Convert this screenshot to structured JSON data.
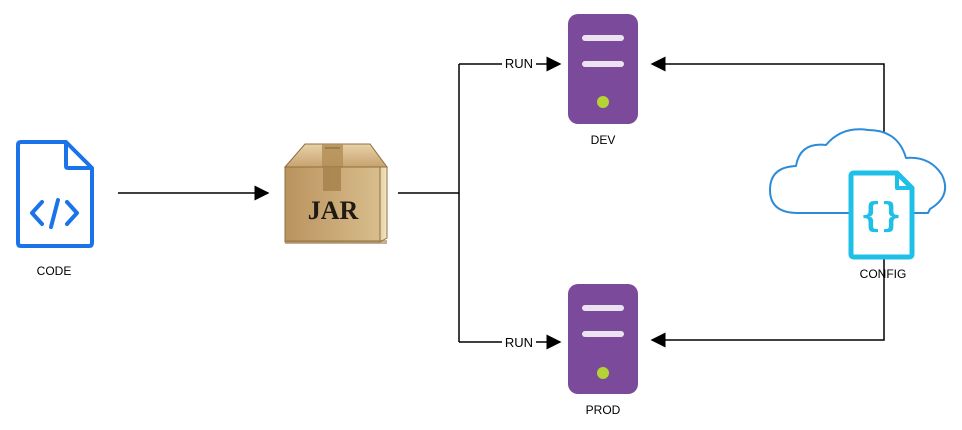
{
  "nodes": {
    "code": {
      "label": "CODE",
      "icon": "code-file-icon"
    },
    "jar": {
      "label": "JAR",
      "icon": "jar-box-icon"
    },
    "dev": {
      "label": "DEV",
      "icon": "server-icon"
    },
    "prod": {
      "label": "PROD",
      "icon": "server-icon"
    },
    "config": {
      "label": "CONFIG",
      "icon": "cloud-config-file-icon"
    }
  },
  "edges": {
    "to_dev": {
      "label": "RUN"
    },
    "to_prod": {
      "label": "RUN"
    }
  },
  "colors": {
    "code_blue": "#1a73e8",
    "server_purple": "#7b4a9b",
    "server_green": "#b5d334",
    "cloud_blue": "#2d8cd9",
    "config_cyan": "#1ec0e8",
    "box_tan": "#c9a978",
    "line": "#000000"
  }
}
